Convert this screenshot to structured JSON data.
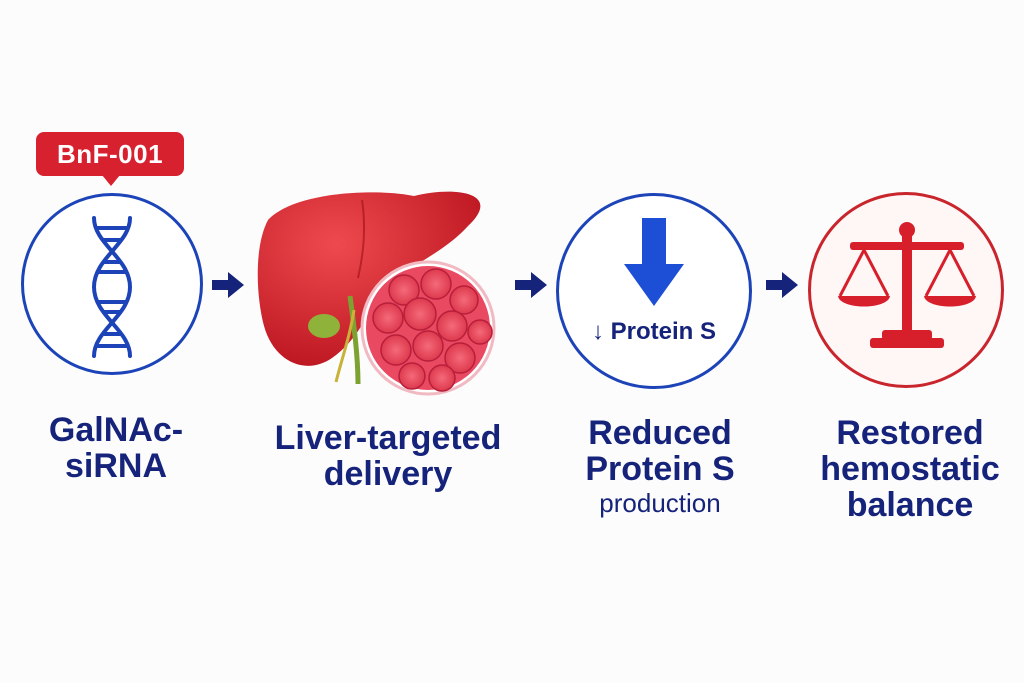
{
  "badge": {
    "text": "BnF-001",
    "color": "#d8212f"
  },
  "steps": [
    {
      "icon": "dna-icon",
      "label": "GalNAc-siRNA"
    },
    {
      "icon": "liver-icon",
      "label_lines": [
        "Liver-targeted",
        "delivery"
      ]
    },
    {
      "icon": "down-arrow-icon",
      "inner_text": "↓ Protein S",
      "label_lines": [
        "Reduced",
        "Protein S"
      ],
      "label_small": "production"
    },
    {
      "icon": "balance-scale-icon",
      "label_lines": [
        "Restored",
        "hemostatic",
        "balance"
      ]
    }
  ],
  "colors": {
    "navy": "#16237a",
    "blue": "#1c44b8",
    "red": "#c8252c",
    "liver_red": "#d9323a"
  }
}
